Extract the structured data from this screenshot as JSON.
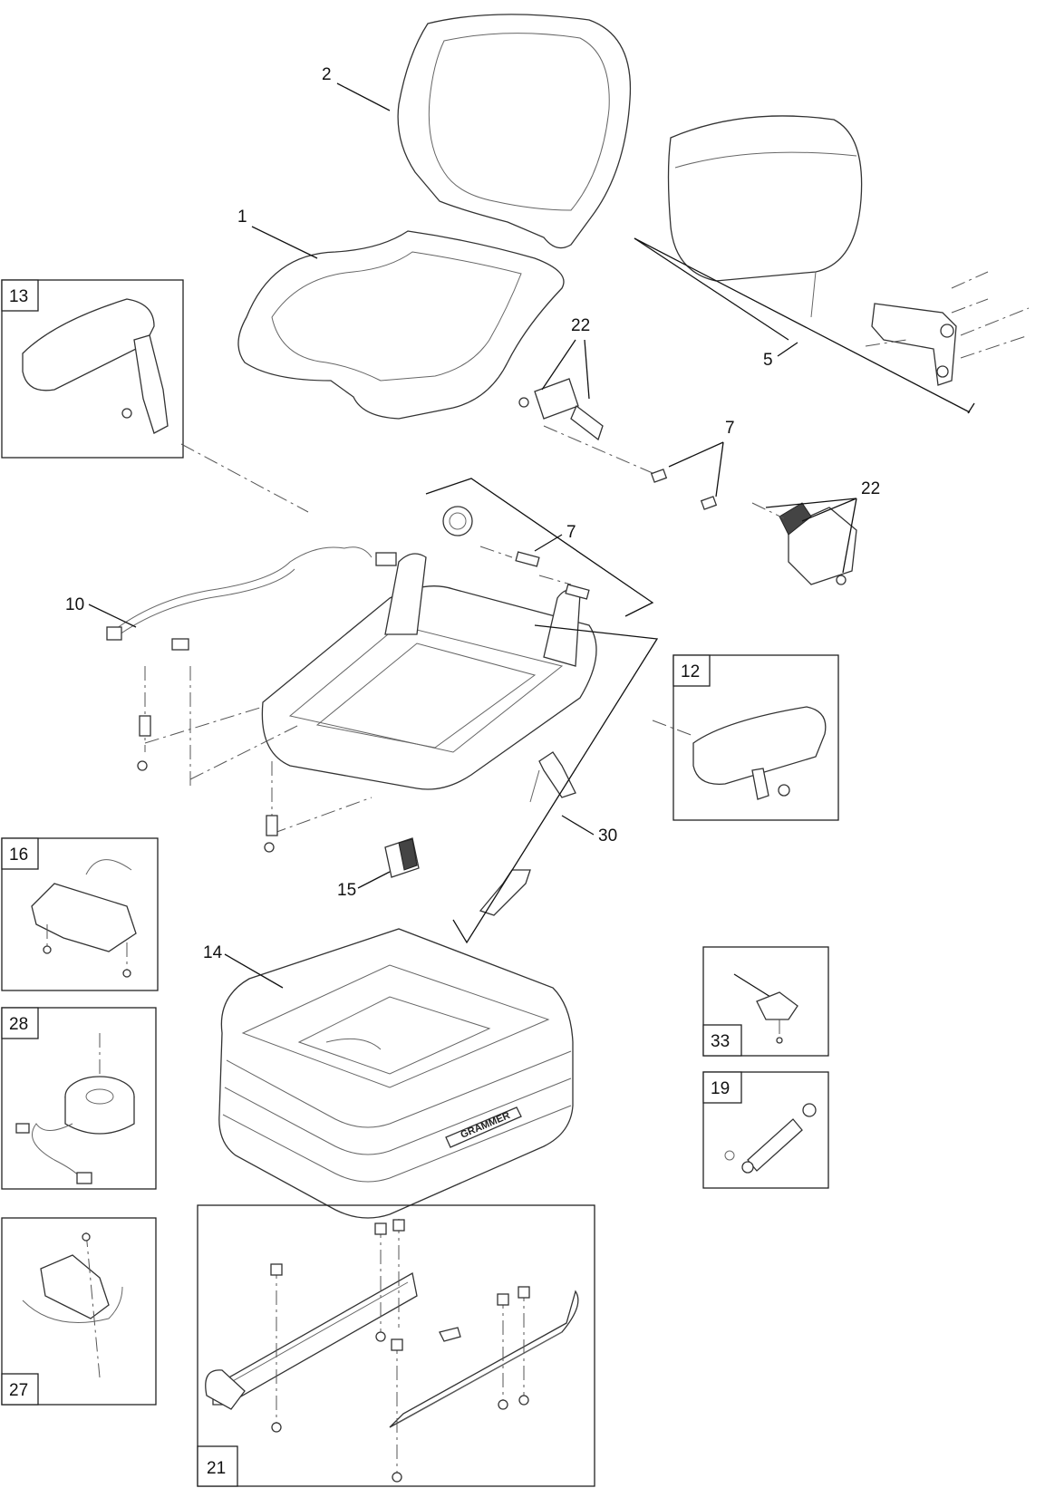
{
  "callouts": {
    "c1": "1",
    "c2": "2",
    "c5": "5",
    "c7a": "7",
    "c7b": "7",
    "c10": "10",
    "c14": "14",
    "c15": "15",
    "c22a": "22",
    "c22b": "22",
    "c30": "30"
  },
  "boxes": {
    "b13": "13",
    "b12": "12",
    "b16": "16",
    "b28": "28",
    "b27": "27",
    "b33": "33",
    "b19": "19",
    "b21": "21"
  },
  "base_logo": "GRAMMER"
}
